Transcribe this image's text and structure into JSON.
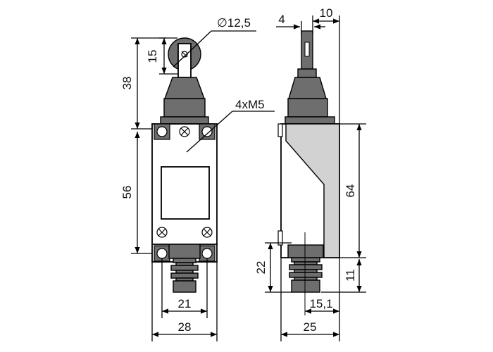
{
  "dimensions": {
    "roller_diameter": "∅12,5",
    "roller_height": "15",
    "actuator_height": "38",
    "mount_thread": "4xM5",
    "body_height": "56",
    "plunger_spacing": "21",
    "body_width": "28",
    "roller_width": "4",
    "roller_offset": "10",
    "side_height": "64",
    "bottom_offset": "11",
    "plunger_height": "22",
    "plunger_offset": "15,1",
    "depth": "25"
  },
  "colors": {
    "part_fill": "#6e6e6e",
    "housing_fill": "#ffffff",
    "bevel_fill": "#d2d2d2",
    "line": "#000000"
  }
}
